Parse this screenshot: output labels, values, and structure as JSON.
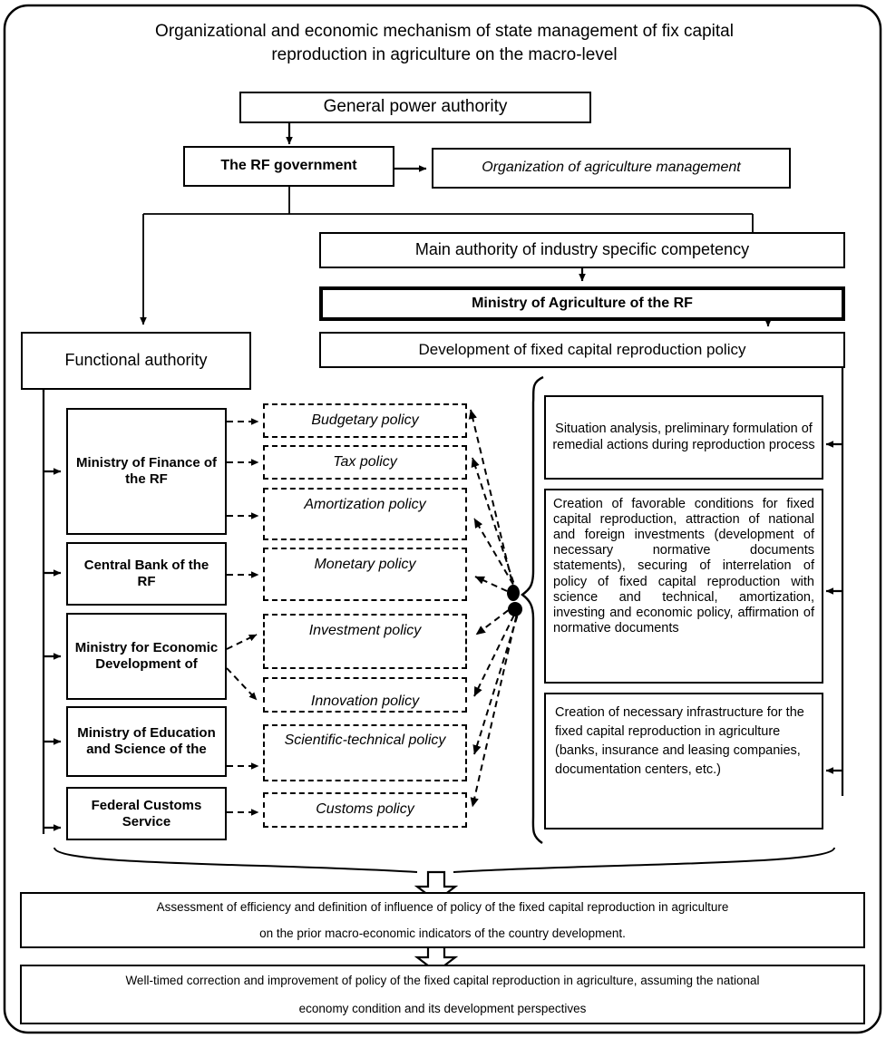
{
  "title": {
    "line1": "Organizational and economic mechanism of state management of fix capital",
    "line2": "reproduction in agriculture on the macro-level"
  },
  "top_chain": {
    "general_power_authority": "General power authority",
    "rf_government": "The RF government",
    "organization_of_agriculture_management": "Organization of agriculture management",
    "main_authority": "Main authority of industry specific competency",
    "ministry_of_agriculture": "Ministry of Agriculture of the RF",
    "development_policy": "Development of fixed capital reproduction policy",
    "functional_authority": "Functional authority"
  },
  "authorities": [
    {
      "label": "Ministry of Finance of the RF"
    },
    {
      "label": "Central Bank of the RF"
    },
    {
      "label": "Ministry for Economic Development of"
    },
    {
      "label": "Ministry of Education and Science of the"
    },
    {
      "label": "Federal Customs Service"
    }
  ],
  "policies": [
    {
      "label": "Budgetary policy"
    },
    {
      "label": "Tax policy"
    },
    {
      "label": "Amortization policy"
    },
    {
      "label": "Monetary policy"
    },
    {
      "label": "Investment policy"
    },
    {
      "label": "Innovation policy"
    },
    {
      "label": "Scientific-technical policy"
    },
    {
      "label": "Customs policy"
    }
  ],
  "outcomes": [
    {
      "label": "Situation analysis, preliminary formulation of remedial actions during reproduction process"
    },
    {
      "label": "Creation of favorable conditions for fixed capital reproduction, attraction of national and foreign investments (development of necessary normative documents statements), securing of interrelation of policy of fixed capital reproduction with science and technical, amortization, investing and economic policy, affirmation of normative documents"
    },
    {
      "label": "Creation of necessary infrastructure for the fixed capital reproduction in agriculture (banks, insurance and leasing companies, documentation centers, etc.)"
    }
  ],
  "footer": {
    "assessment_line1": "Assessment of efficiency and definition of influence of policy of the fixed capital reproduction in agriculture",
    "assessment_line2": "on the prior macro-economic indicators of the country development.",
    "correction_line1": "Well-timed correction and improvement of policy of the fixed capital reproduction in agriculture, assuming the national",
    "correction_line2": "economy condition and its development perspectives"
  },
  "colors": {
    "stroke": "#000000",
    "background": "#ffffff"
  }
}
